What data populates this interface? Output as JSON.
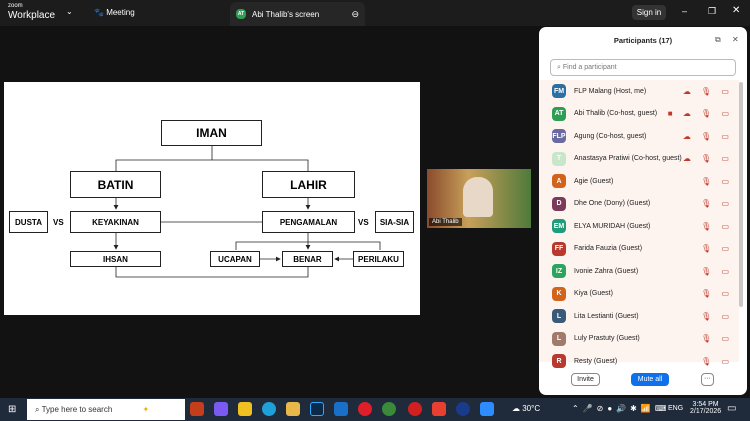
{
  "topbar": {
    "brand_small": "zoom",
    "brand": "Workplace",
    "meeting": "Meeting",
    "screen_tab": "Abi Thalib's screen",
    "screen_tab_avatar": "AT",
    "sign_in": "Sign in"
  },
  "slide": {
    "iman": "IMAN",
    "batin": "BATIN",
    "lahir": "LAHIR",
    "dusta": "DUSTA",
    "vs1": "VS",
    "keyakinan": "KEYAKINAN",
    "pengamalan": "PENGAMALAN",
    "vs2": "VS",
    "siasia": "SIA-SIA",
    "ihsan": "IHSAN",
    "ucapan": "UCAPAN",
    "benar": "BENAR",
    "perilaku": "PERILAKU"
  },
  "video": {
    "name": "Abi Thalib"
  },
  "participants": {
    "title": "Participants (17)",
    "search_placeholder": "Find a participant",
    "items": [
      {
        "initials": "FM",
        "name": "FLP Malang (Host, me)",
        "color": "#2d6fa3",
        "icons": "☁ 🎙 ▭"
      },
      {
        "initials": "AT",
        "name": "Abi Thalib (Co-host, guest)",
        "color": "#2e9e55",
        "icons": "■ ☁ 🎙 ▭"
      },
      {
        "initials": "FLP",
        "name": "Agung (Co-host, guest)",
        "color": "#6a6aa0",
        "icons": "☁ 🎙 ▭"
      },
      {
        "initials": "T",
        "name": "Anastasya Pratiwi (Co-host, guest)",
        "color": "#c8e6c9",
        "icons": "☁ 🎙 ▭"
      },
      {
        "initials": "A",
        "name": "Agie (Guest)",
        "color": "#d2631c",
        "icons": "🎙 ▭"
      },
      {
        "initials": "D",
        "name": "Dhe One (Dony) (Guest)",
        "color": "#7a3a5a",
        "icons": "🎙 ▭"
      },
      {
        "initials": "EM",
        "name": "ELYA MURIDAH (Guest)",
        "color": "#1f9c7a",
        "icons": "🎙 ▭"
      },
      {
        "initials": "FF",
        "name": "Farida Fauzia (Guest)",
        "color": "#b83a2e",
        "icons": "🎙 ▭"
      },
      {
        "initials": "IZ",
        "name": "Ivonie Zahra (Guest)",
        "color": "#2aa55a",
        "icons": "🎙 ▭"
      },
      {
        "initials": "K",
        "name": "Kiya (Guest)",
        "color": "#d2631c",
        "icons": "🎙 ▭"
      },
      {
        "initials": "L",
        "name": "Lita Lestianti (Guest)",
        "color": "#3a5a7a",
        "icons": "🎙 ▭"
      },
      {
        "initials": "L",
        "name": "Luly Prastuty (Guest)",
        "color": "#a07a6a",
        "icons": "🎙 ▭"
      },
      {
        "initials": "R",
        "name": "Resty (Guest)",
        "color": "#b83a2e",
        "icons": "🎙 ▭"
      }
    ],
    "invite": "Invite",
    "mute_all": "Mute all",
    "more": "···"
  },
  "taskbar": {
    "search": "Type here to search",
    "weather": "30°C",
    "lang": "ENG",
    "time": "3:54 PM",
    "date": "2/17/2026"
  }
}
